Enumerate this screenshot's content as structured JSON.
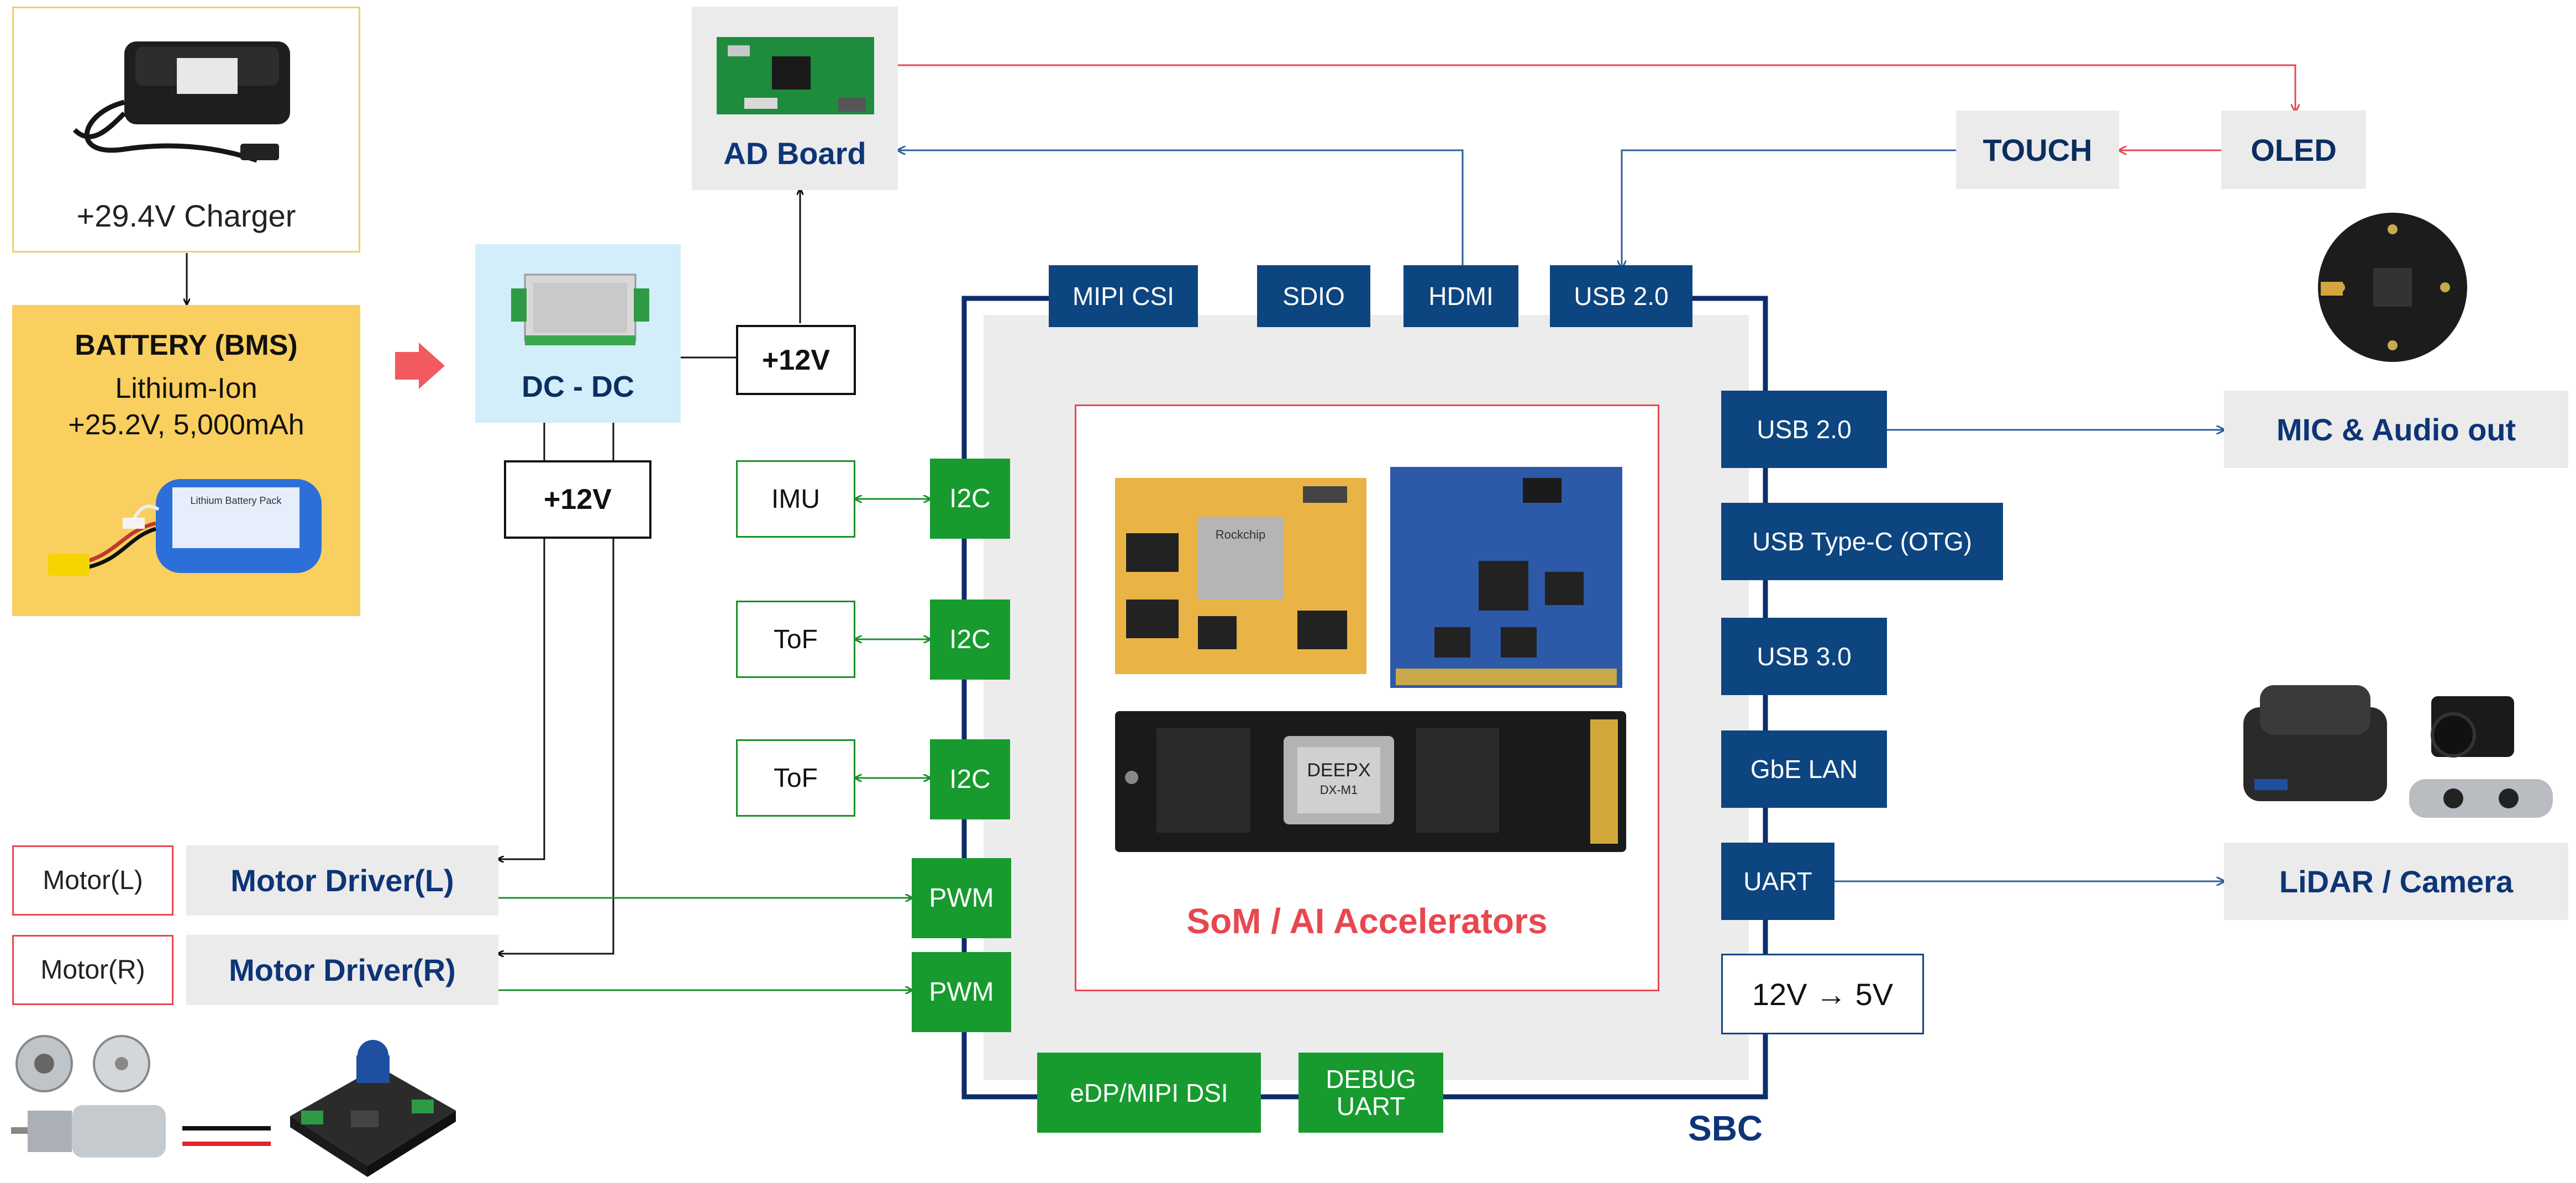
{
  "charger": {
    "label": "+29.4V Charger"
  },
  "battery": {
    "title": "BATTERY (BMS)",
    "line1": "Lithium-Ion",
    "line2": "+25.2V, 5,000mAh",
    "pack_text": "Lithium Battery Pack"
  },
  "dcdc": {
    "label": "DC - DC"
  },
  "v12_top": {
    "label": "+12V"
  },
  "v12_mid": {
    "label": "+12V"
  },
  "ad_board": {
    "label": "AD Board"
  },
  "touch": {
    "label": "TOUCH"
  },
  "oled": {
    "label": "OLED"
  },
  "top_ports": [
    "MIPI CSI",
    "SDIO",
    "HDMI",
    "USB 2.0"
  ],
  "sensors": {
    "imu": "IMU",
    "tof1": "ToF",
    "tof2": "ToF"
  },
  "i2c": [
    "I2C",
    "I2C",
    "I2C"
  ],
  "pwm": [
    "PWM",
    "PWM"
  ],
  "motors": {
    "motor_l": "Motor(L)",
    "motor_r": "Motor(R)",
    "driver_l": "Motor Driver(L)",
    "driver_r": "Motor Driver(R)"
  },
  "right_ports": [
    "USB 2.0",
    "USB Type-C (OTG)",
    "USB 3.0",
    "GbE LAN",
    "UART"
  ],
  "converter": {
    "label": "12V → 5V"
  },
  "bottom_ports": {
    "edp": "eDP/MIPI DSI",
    "debug": "DEBUG UART"
  },
  "sbc": {
    "label": "SBC"
  },
  "som": {
    "label": "SoM / AI Accelerators",
    "chip1_brand": "Rockchip",
    "accel_brand": "DEEPX",
    "accel_model": "DX-M1"
  },
  "peripherals": {
    "mic": "MIC & Audio out",
    "lidar": "LiDAR / Camera"
  },
  "colors": {
    "navy": "#0d4580",
    "green": "#179b2e",
    "red": "#e8474f",
    "dark_navy": "#0d3577",
    "gray_panel": "#ebebeb",
    "yellow": "#f9cf5f"
  }
}
